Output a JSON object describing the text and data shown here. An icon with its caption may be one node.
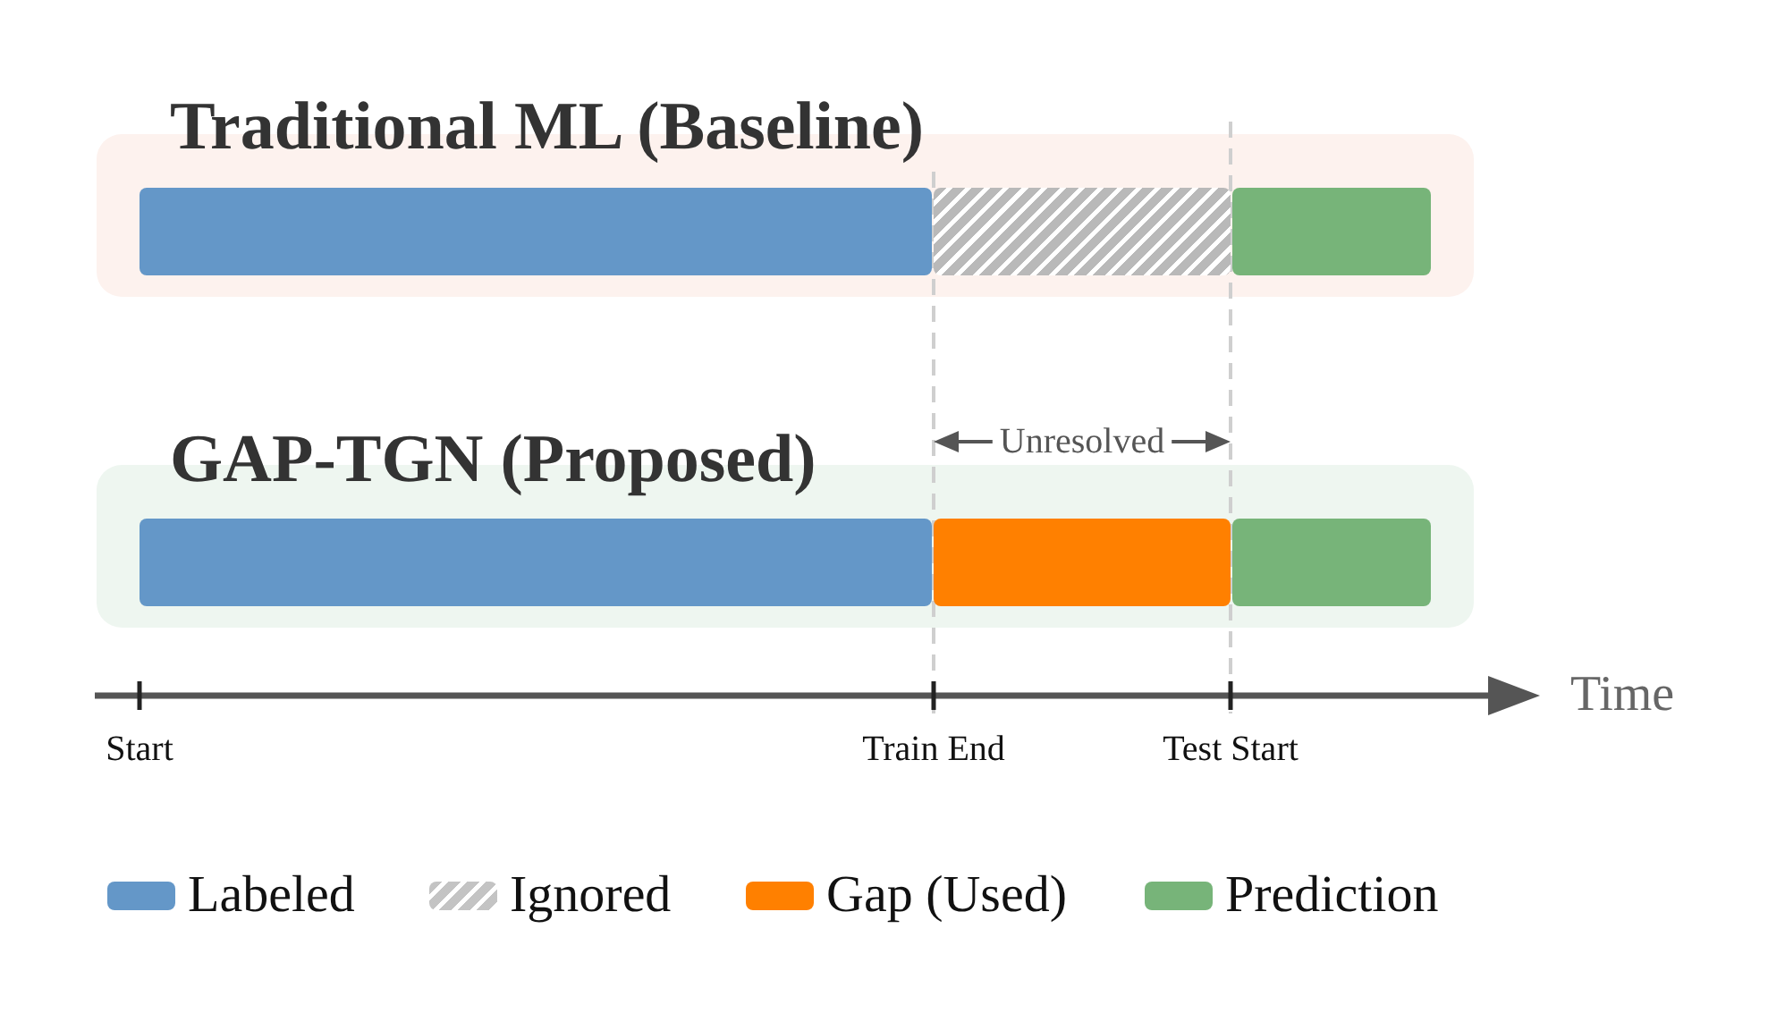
{
  "diagram": {
    "nodes": [
      {
        "text": [
          "Traditional ML (Baseline)"
        ]
      },
      {
        "text": [],
        "shape": "bar",
        "in": 0
      },
      {
        "text": [],
        "shape": "bar",
        "in": 0
      },
      {
        "text": [],
        "shape": "bar",
        "in": 0
      },
      {
        "text": [
          "GAP-TGN (Proposed)"
        ]
      },
      {
        "text": [],
        "shape": "bar",
        "in": 4
      },
      {
        "text": [],
        "shape": "bar",
        "in": 4
      },
      {
        "text": [],
        "shape": "bar",
        "in": 4
      }
    ],
    "labels": [
      "Unresolved",
      "Time",
      "Start",
      "Train End",
      "Test Start"
    ],
    "legend": [
      {
        "text": "Labeled",
        "color": "#6497c8"
      },
      {
        "text": "Ignored"
      },
      {
        "text": "Gap (Used)",
        "color": "#ff8000"
      },
      {
        "text": "Prediction",
        "color": "#77b479"
      }
    ]
  }
}
